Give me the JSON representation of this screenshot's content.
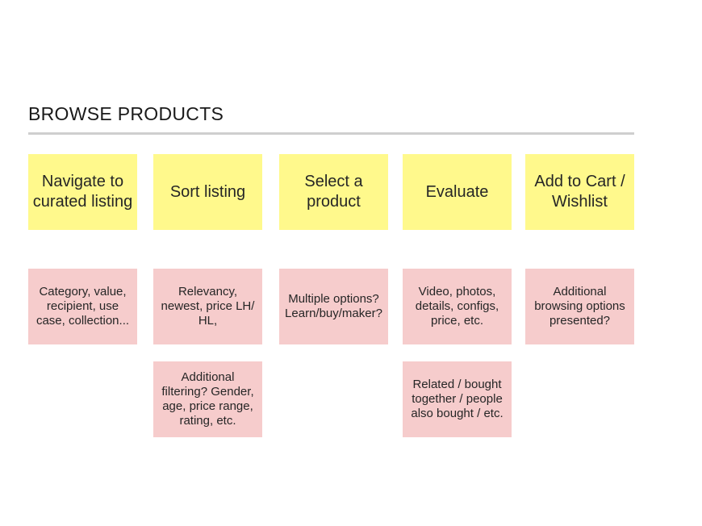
{
  "board": {
    "title": "BROWSE PRODUCTS",
    "colors": {
      "step_note": "#fff98c",
      "detail_note": "#f6cccc",
      "rule": "#cfcfcf"
    },
    "steps": [
      "Navigate to curated listing",
      "Sort listing",
      "Select a product",
      "Evaluate",
      "Add to Cart / Wishlist"
    ],
    "details_row1": [
      "Category, value, recipient, use case, collection...",
      "Relevancy, newest, price LH/ HL,",
      "Multiple options? Learn/buy/maker?",
      "Video, photos, details, configs, price, etc.",
      "Additional browsing options presented?"
    ],
    "details_row2": {
      "sort": "Additional filtering? Gender, age, price range, rating, etc.",
      "evaluate": "Related / bought together / people also bought / etc."
    }
  }
}
